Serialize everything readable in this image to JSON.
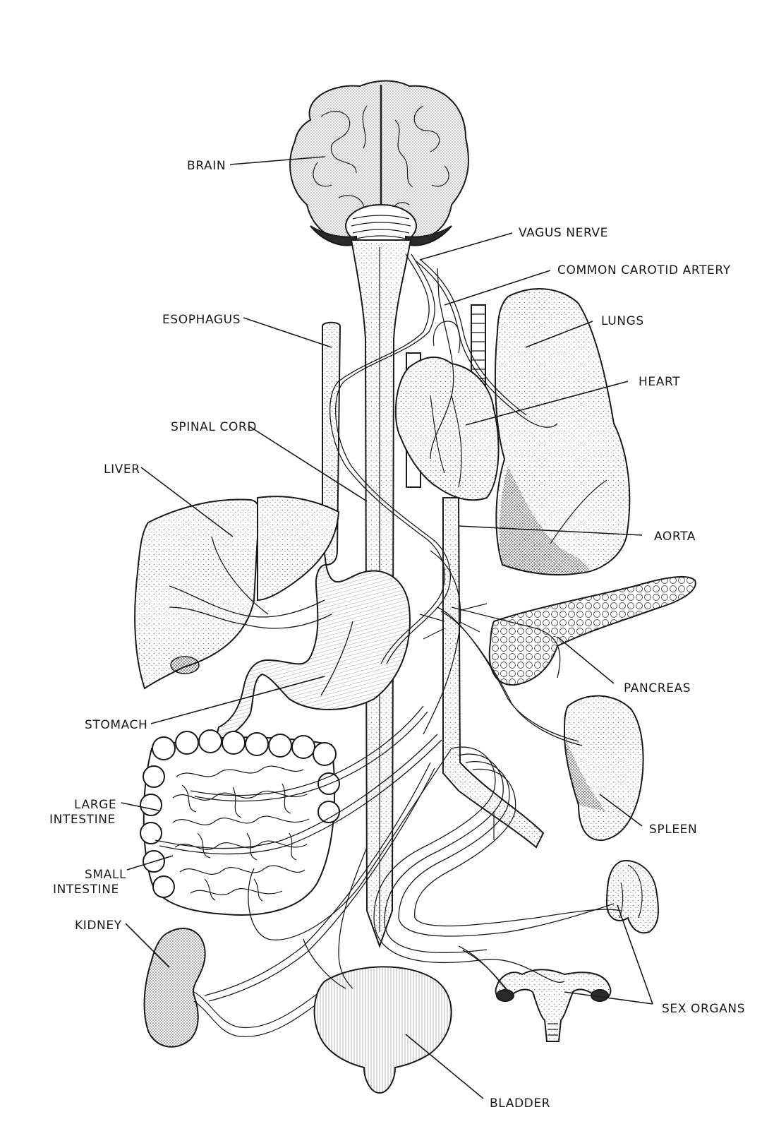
{
  "labels": {
    "brain": "BRAIN",
    "vagus_nerve": "VAGUS NERVE",
    "common_carotid_artery": "COMMON CAROTID ARTERY",
    "esophagus": "ESOPHAGUS",
    "lungs": "LUNGS",
    "heart": "HEART",
    "spinal_cord": "SPINAL CORD",
    "liver": "LIVER",
    "aorta": "AORTA",
    "pancreas": "PANCREAS",
    "stomach": "STOMACH",
    "large_intestine_line1": "LARGE",
    "large_intestine_line2": "INTESTINE",
    "spleen": "SPLEEN",
    "small_intestine_line1": "SMALL",
    "small_intestine_line2": "INTESTINE",
    "kidney": "KIDNEY",
    "sex_organs": "SEX ORGANS",
    "bladder": "BLADDER"
  },
  "colors": {
    "ink": "#1a1a1a",
    "paper": "#ffffff"
  }
}
